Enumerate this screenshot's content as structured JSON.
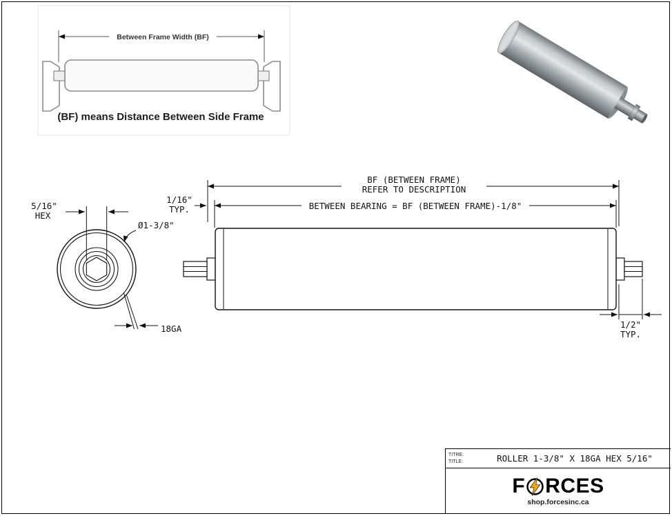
{
  "inset": {
    "dimension_label": "Between Frame Width (BF)",
    "caption": "(BF) means Distance Between Side Frame"
  },
  "end_view": {
    "hex_size": "5/16\"",
    "hex_word": "HEX",
    "diameter": "Ø1-3/8\"",
    "gauge": "18GA"
  },
  "side_view": {
    "bf_label_line1": "BF (BETWEEN FRAME)",
    "bf_label_line2": "REFER TO DESCRIPTION",
    "between_bearing_label": "BETWEEN BEARING = BF (BETWEEN FRAME)-1/8\"",
    "left_offset_value": "1/16\"",
    "left_offset_typ": "TYP.",
    "right_offset_value": "1/2\"",
    "right_offset_typ": "TYP."
  },
  "title_block": {
    "titre_label": "TITRE:",
    "title_label": "TITLE:",
    "title": "ROLLER 1-3/8\" X 18GA HEX 5/16\"",
    "brand_f": "F",
    "brand_rest": "RCES",
    "website": "shop.forcesinc.ca",
    "bolt_color": "#f2a71b"
  },
  "colors": {
    "line": "#111111"
  }
}
